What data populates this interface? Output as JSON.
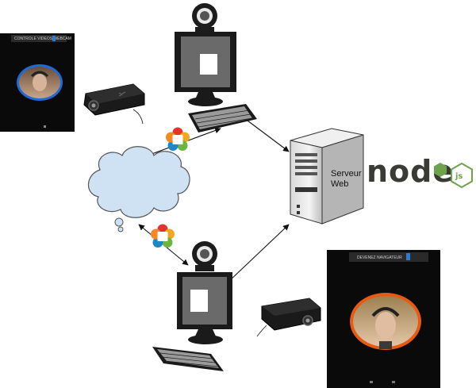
{
  "server": {
    "line1": "Serveur",
    "line2": "Web"
  },
  "logo": {
    "word": "node",
    "badge": "js"
  },
  "screen_top": {
    "banner": "CONTROLE VIDEOS WEBCAM"
  },
  "screen_bottom": {
    "banner": "DEVENEZ NAVIGATEUR"
  },
  "colors": {
    "cloud_fill": "#cfe2f3",
    "cloud_stroke": "#555555",
    "avatar_ring_top": "#1e6ad6",
    "avatar_ring_bottom": "#e85a12",
    "node_green": "#6da34d",
    "node_dark": "#3b3b36",
    "phone_bg": "#0a0a0a"
  },
  "icons": [
    "webcam-icon",
    "monitor-icon",
    "keyboard-icon",
    "projector-icon",
    "cloud-icon",
    "webrtc-logo-icon",
    "server-tower-icon",
    "nodejs-logo"
  ]
}
